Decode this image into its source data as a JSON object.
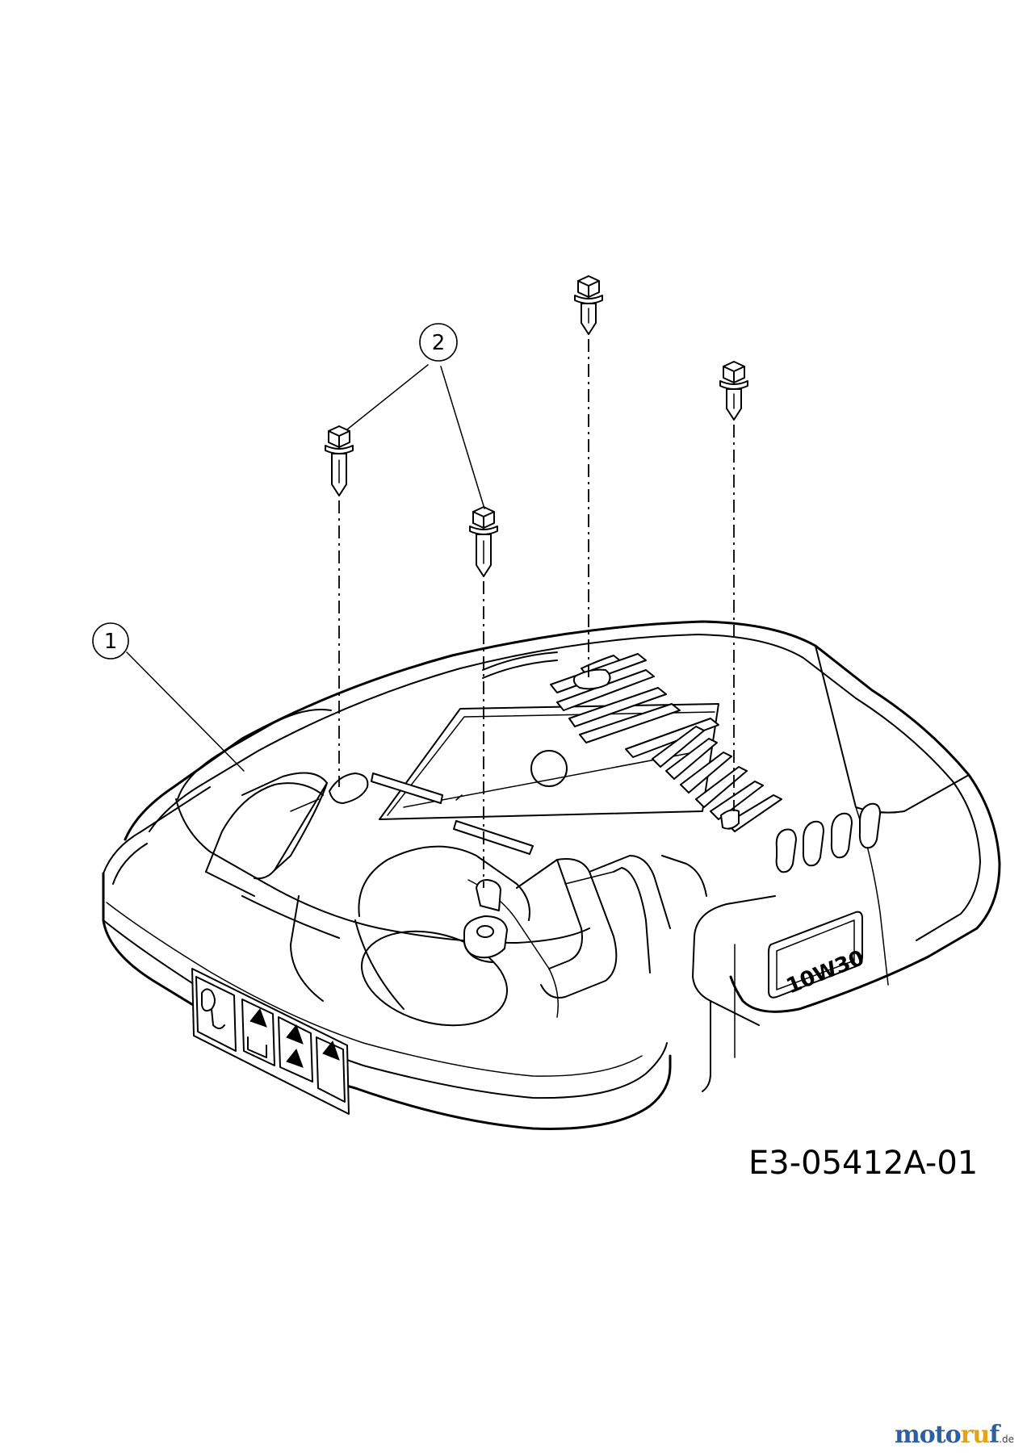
{
  "diagram": {
    "drawing_code": "E3-05412A-01",
    "callouts": [
      {
        "id": "callout-1",
        "label": "1"
      },
      {
        "id": "callout-2",
        "label": "2"
      }
    ],
    "cover_badge": "10W30",
    "watermark": {
      "part_a": "moto",
      "part_b": "ru",
      "part_c": "f",
      "suffix": ".de"
    }
  }
}
